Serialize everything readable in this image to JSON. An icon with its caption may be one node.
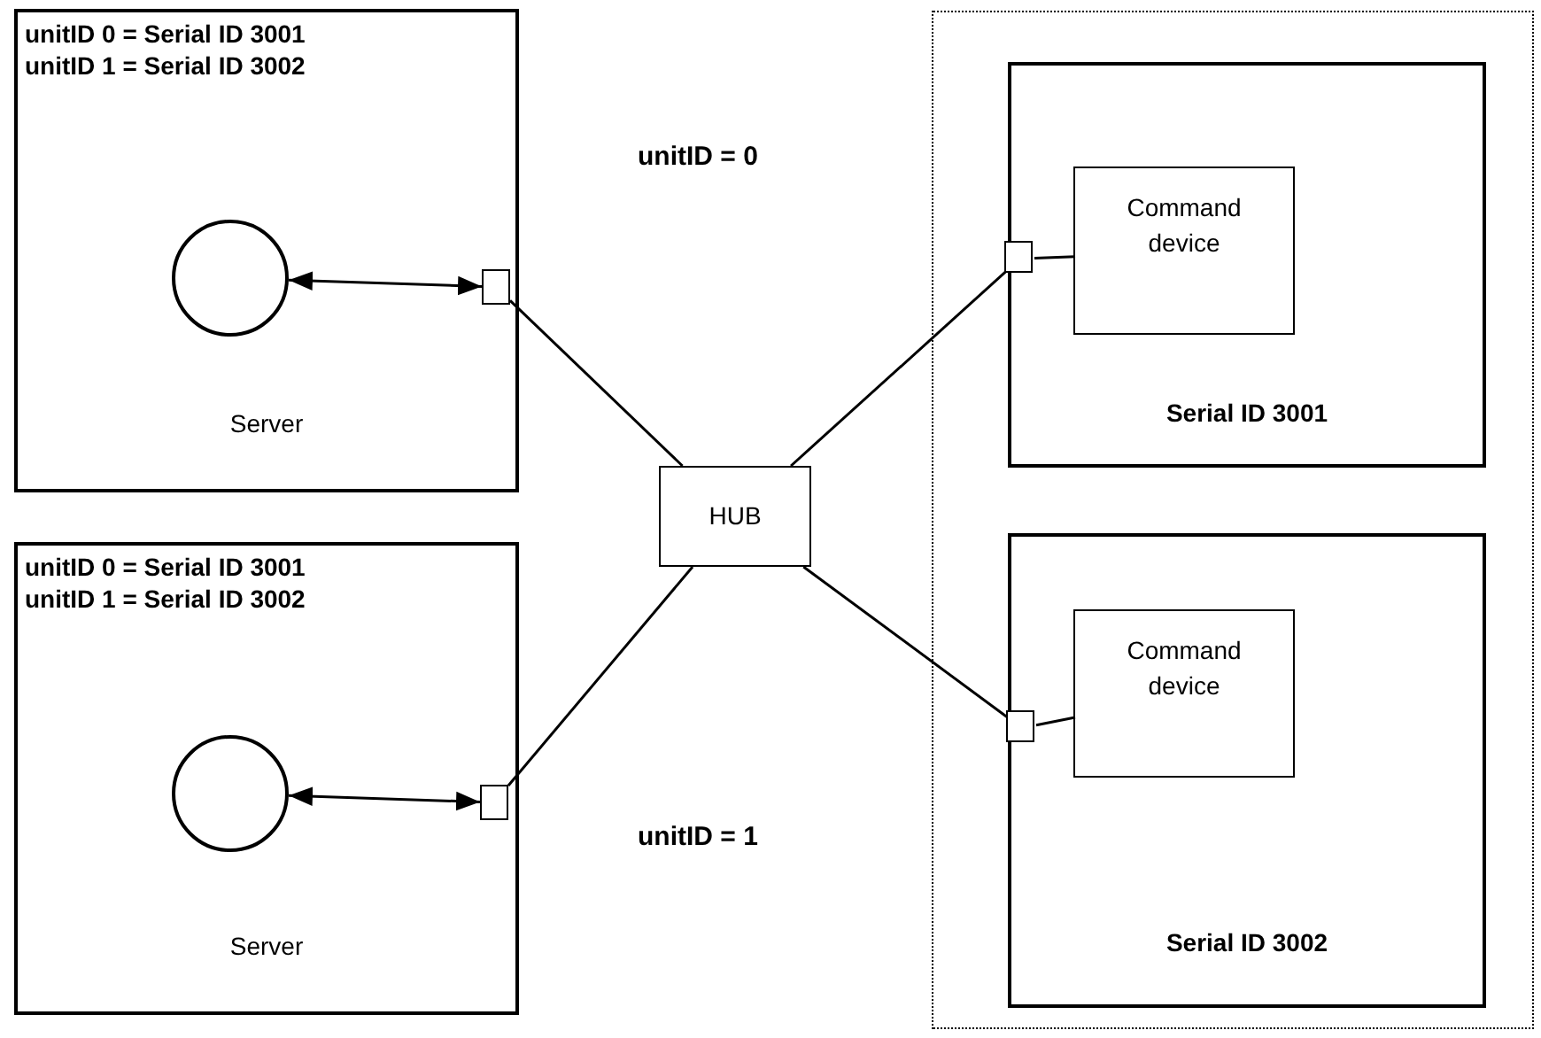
{
  "diagram": {
    "nodes": [
      {
        "text": [
          "unitID 0 = Serial ID 3001",
          "unitID 1 = Serial ID 3002",
          "Server"
        ]
      },
      {
        "text": [],
        "shape": "circle",
        "in": 0
      },
      {
        "text": [],
        "shape": "box",
        "in": 0
      },
      {
        "text": [
          "unitID 0 = Serial ID 3001",
          "unitID 1 = Serial ID 3002",
          "Server"
        ]
      },
      {
        "text": [],
        "shape": "circle",
        "in": 3
      },
      {
        "text": [],
        "shape": "box",
        "in": 3
      },
      {
        "text": [
          "HUB"
        ]
      },
      {
        "text": [],
        "shape": "box"
      },
      {
        "text": [
          "Serial ID 3001"
        ],
        "in": 7
      },
      {
        "text": [],
        "shape": "box",
        "in": 8
      },
      {
        "text": [
          "Command device"
        ],
        "in": 8
      },
      {
        "text": [
          "Serial ID 3002"
        ],
        "in": 7
      },
      {
        "text": [],
        "shape": "box",
        "in": 11
      },
      {
        "text": [
          "Command device"
        ],
        "in": 11
      }
    ],
    "edges": [
      {
        "from": 1,
        "to": 2,
        "arrow": "both"
      },
      {
        "from": 4,
        "to": 5,
        "arrow": "both"
      },
      {
        "from": 2,
        "to": 6,
        "arrow": "none"
      },
      {
        "from": 5,
        "to": 6,
        "arrow": "none"
      },
      {
        "from": 6,
        "to": 9,
        "arrow": "none"
      },
      {
        "from": 6,
        "to": 12,
        "arrow": "none"
      },
      {
        "from": 9,
        "to": 10,
        "arrow": "none"
      },
      {
        "from": 12,
        "to": 13,
        "arrow": "none"
      }
    ],
    "labels": [
      "unitID = 0",
      "unitID = 1"
    ]
  }
}
